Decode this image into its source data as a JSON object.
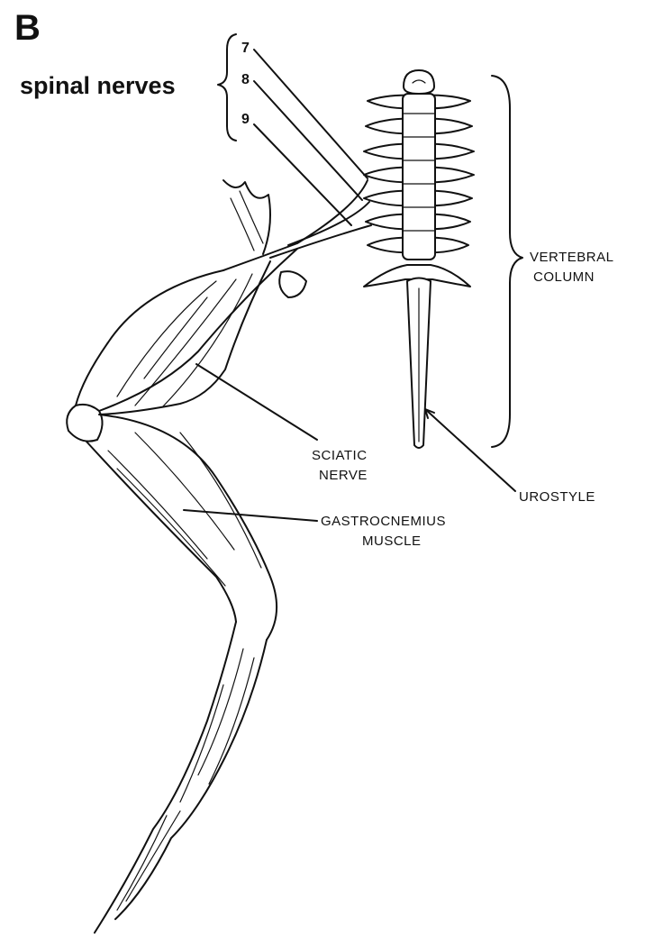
{
  "panel_label": "B",
  "spinal_nerves": {
    "heading": "spinal nerves",
    "numbers": [
      "7",
      "8",
      "9"
    ]
  },
  "labels": {
    "vertebral_column": [
      "VERTEBRAL",
      "COLUMN"
    ],
    "sciatic_nerve": [
      "SCIATIC",
      "NERVE"
    ],
    "urostyle": "UROSTYLE",
    "gastrocnemius_muscle": [
      "GASTROCNEMIUS",
      "MUSCLE"
    ]
  },
  "colors": {
    "ink": "#111111",
    "background": "#ffffff"
  }
}
